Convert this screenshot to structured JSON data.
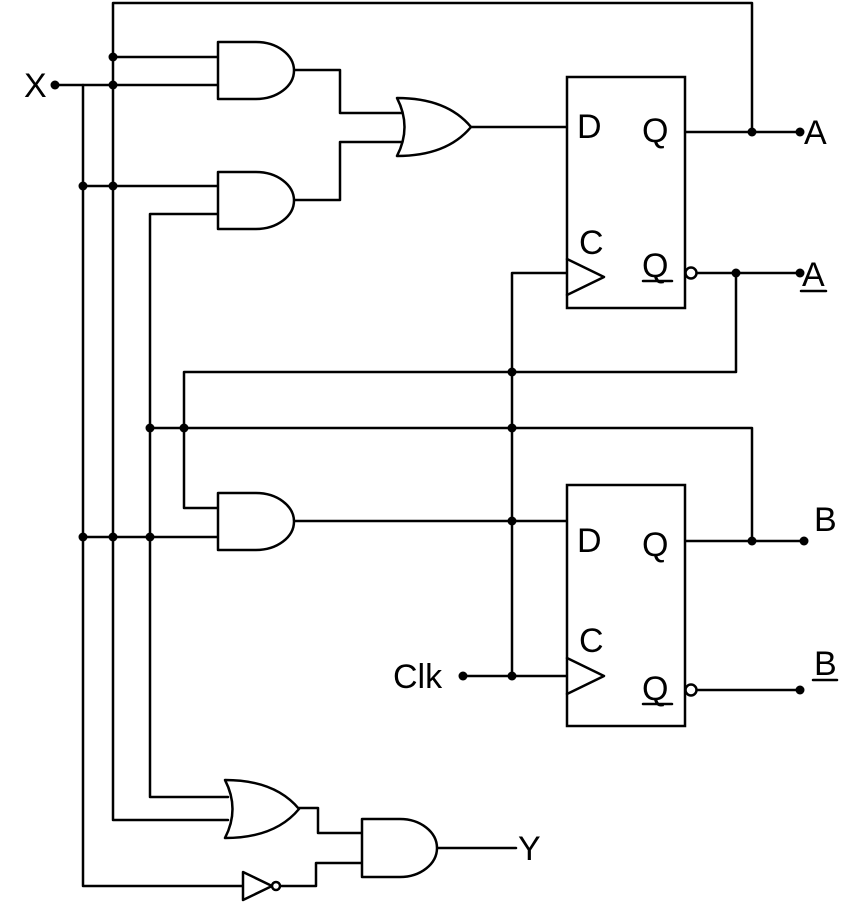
{
  "labels": {
    "input_x": "X",
    "input_clk": "Clk",
    "output_a": "A",
    "output_a_not": "A",
    "output_b": "B",
    "output_b_not": "B",
    "output_y": "Y"
  },
  "flipflop_a": {
    "d": "D",
    "c": "C",
    "q": "Q",
    "q_not": "Q"
  },
  "flipflop_b": {
    "d": "D",
    "c": "C",
    "q": "Q",
    "q_not": "Q"
  }
}
